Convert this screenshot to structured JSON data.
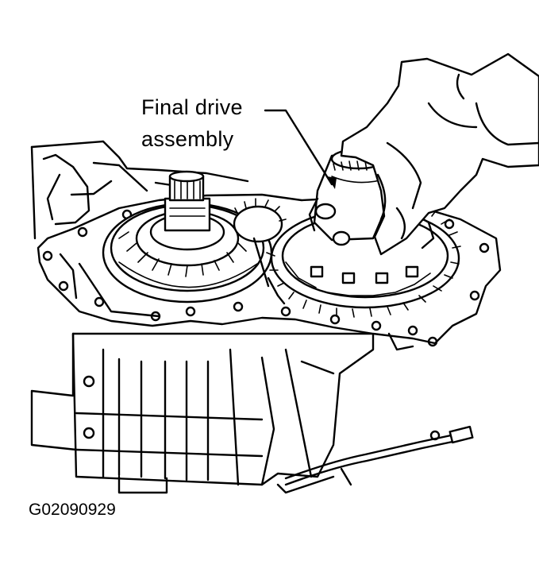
{
  "callout": {
    "line1": "Final drive",
    "line2": "assembly"
  },
  "figure_id": "G02090929",
  "colors": {
    "ink": "#000000",
    "paper": "#ffffff"
  }
}
